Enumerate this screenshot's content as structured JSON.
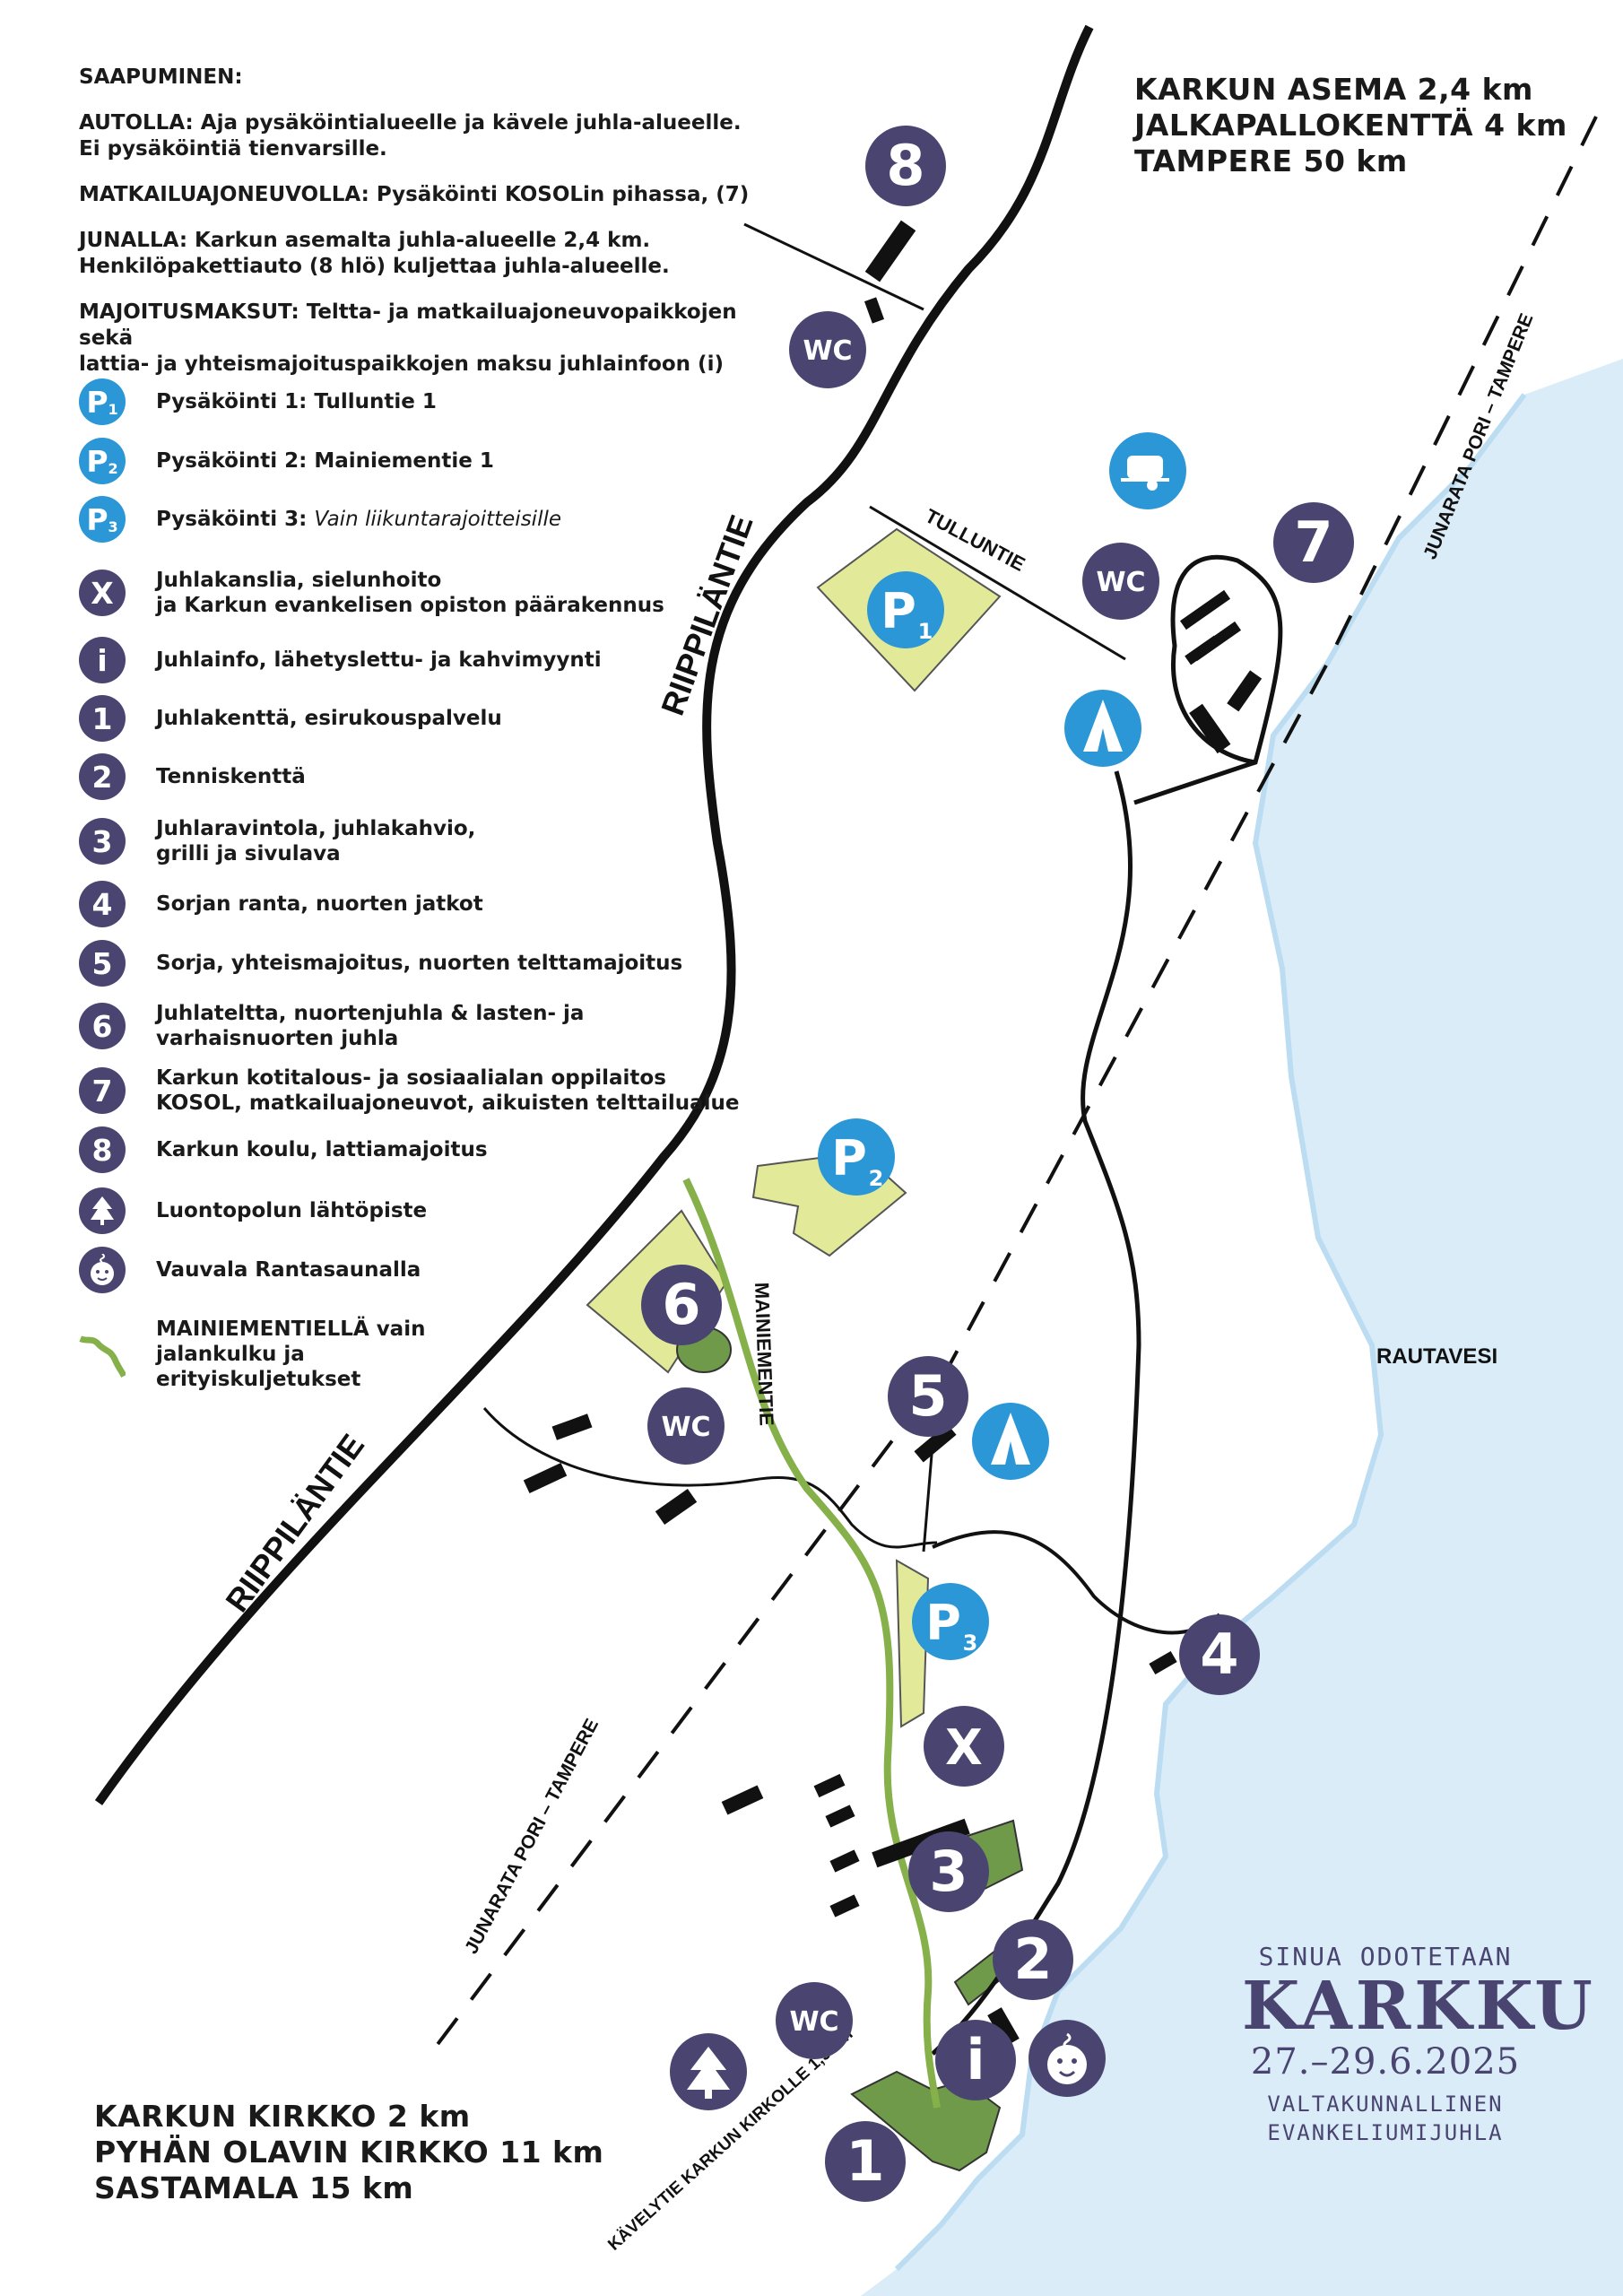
{
  "legend": {
    "arrival_heading": "SAAPUMINEN:",
    "car_label": "AUTOLLA:",
    "car_text": "Aja pysäköintialueelle ja kävele juhla-alueelle.",
    "car_text2": "Ei pysäköintiä tienvarsille.",
    "rv_label": "MATKAILUAJONEUVOLLA:",
    "rv_text": "Pysäköinti KOSOLin pihassa, (7)",
    "train_label": "JUNALLA:",
    "train_text": "Karkun asemalta juhla-alueelle 2,4 km.",
    "train_text2": "Henkilöpakettiauto (8 hlö) kuljettaa juhla-alueelle.",
    "fees_label": "MAJOITUSMAKSUT:",
    "fees_text": "Teltta- ja matkailuajoneuvopaikkojen sekä",
    "fees_text2": "lattia- ja yhteismajoituspaikkojen maksu juhlainfoon (i)",
    "items": [
      {
        "icon": "parking-1-icon",
        "text": "Pysäköinti 1: Tulluntie 1"
      },
      {
        "icon": "parking-2-icon",
        "text": "Pysäköinti 2: Mainiementie 1"
      },
      {
        "icon": "parking-3-icon",
        "text": "Pysäköinti 3: ",
        "italic": "Vain liikuntarajoitteisille"
      },
      {
        "icon": "office-x-icon",
        "text": "Juhlakanslia, sielunhoito",
        "text2": "ja Karkun evankelisen opiston päärakennus"
      },
      {
        "icon": "info-icon",
        "text": "Juhlainfo, lähetyslettu- ja kahvimyynti"
      },
      {
        "icon": "number-1-icon",
        "text": "Juhlakenttä, esirukouspalvelu"
      },
      {
        "icon": "number-2-icon",
        "text": "Tenniskenttä"
      },
      {
        "icon": "number-3-icon",
        "text": "Juhlaravintola, juhlakahvio,",
        "text2": "grilli ja sivulava"
      },
      {
        "icon": "number-4-icon",
        "text": "Sorjan ranta, nuorten jatkot"
      },
      {
        "icon": "number-5-icon",
        "text": "Sorja, yhteismajoitus, nuorten telttamajoitus"
      },
      {
        "icon": "number-6-icon",
        "text": "Juhlateltta, nuortenjuhla & lasten- ja",
        "text2": "varhaisnuorten juhla"
      },
      {
        "icon": "number-7-icon",
        "text": "Karkun kotitalous- ja sosiaalialan oppilaitos",
        "text2": "KOSOL, matkailuajoneuvot, aikuisten telttailualue"
      },
      {
        "icon": "number-8-icon",
        "text": "Karkun koulu, lattiamajoitus"
      },
      {
        "icon": "tree-icon",
        "text": "Luontopolun lähtöpiste"
      },
      {
        "icon": "baby-icon",
        "text": "Vauvala Rantasaunalla"
      },
      {
        "icon": "green-path-icon",
        "text": "MAINIEMENTIELLÄ vain",
        "text2": "jalankulku ja",
        "text3": "erityiskuljetukset"
      }
    ]
  },
  "distances_top": [
    "KARKUN ASEMA 2,4 km",
    "JALKAPALLOKENTTÄ 4 km",
    "TAMPERE 50 km"
  ],
  "distances_bottom": [
    "KARKUN KIRKKO 2 km",
    "PYHÄN OLAVIN KIRKKO 11 km",
    "SASTAMALA 15 km"
  ],
  "map_labels": {
    "riippilantie": "RIIPPILÄNTIE",
    "tulluntie": "TULLUNTIE",
    "mainiementie": "MAINIEMENTIE",
    "railway": "JUNARATA PORI – TAMPERE",
    "walkway": "KÄVELYTIE KARKUN KIRKOLLE 1,5 km",
    "lake": "RAUTAVESI",
    "wc": "WC"
  },
  "markers": {
    "n1": "1",
    "n2": "2",
    "n3": "3",
    "n4": "4",
    "n5": "5",
    "n6": "6",
    "n7": "7",
    "n8": "8",
    "x": "X",
    "i": "i",
    "p": "P",
    "p1": "1",
    "p2": "2",
    "p3": "3"
  },
  "brand": {
    "line1": "SINUA ODOTETAAN",
    "line2": "KARKKU",
    "line3": "27.–29.6.2025",
    "line4": "VALTAKUNNALLINEN",
    "line5": "EVANKELIUMIJUHLA"
  },
  "colors": {
    "marker_dark": "#4a4470",
    "marker_blue": "#2b97d6",
    "water": "#d9ecf8",
    "area_green": "#e2ea9a",
    "field_green": "#6f9a4a",
    "path_green": "#86b04a"
  }
}
